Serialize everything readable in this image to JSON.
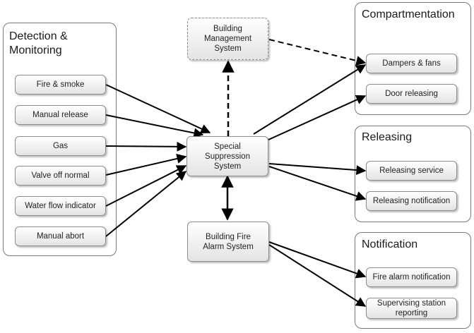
{
  "groups": {
    "detection": "Detection & Monitoring",
    "compartmentation": "Compartmentation",
    "releasing": "Releasing",
    "notification": "Notification"
  },
  "inputs": [
    "Fire & smoke",
    "Manual release",
    "Gas",
    "Valve off normal",
    "Water flow indicator",
    "Manual abort"
  ],
  "center": {
    "bms": "Building Management System",
    "sss": "Special Suppression System",
    "bfas": "Building Fire Alarm System"
  },
  "outputs": {
    "dampers": "Dampers & fans",
    "door": "Door releasing",
    "releasing_service": "Releasing service",
    "releasing_notification": "Releasing notification",
    "fire_alarm_notification": "Fire alarm notification",
    "supervising": "Supervising station reporting"
  }
}
